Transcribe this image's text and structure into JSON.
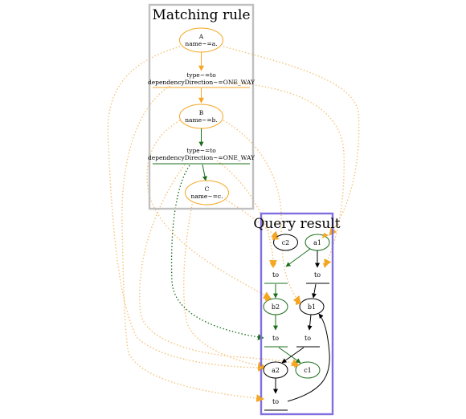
{
  "clusters": {
    "matching": {
      "title": "Matching rule"
    },
    "query": {
      "title": "Query result"
    }
  },
  "matching_nodes": {
    "A": {
      "line1": "A",
      "line2": "name~=a."
    },
    "rel1": {
      "line1": "type~=to",
      "line2": "dependencyDirection~=ONE_WAY"
    },
    "B": {
      "line1": "B",
      "line2": "name~=b."
    },
    "rel2": {
      "line1": "type~=to",
      "line2": "dependencyDirection~=ONE_WAY"
    },
    "C": {
      "line1": "C",
      "line2": "name~=c."
    }
  },
  "query_nodes": {
    "c2": "c2",
    "a1": "a1",
    "to_left_top": "to",
    "to_right_top": "to",
    "b2": "b2",
    "b1": "b1",
    "to_left_mid": "to",
    "to_right_mid": "to",
    "a2": "a2",
    "c1": "c1",
    "to_bottom": "to"
  },
  "colors": {
    "cluster_matching": "#c0c0c0",
    "cluster_query": "#8070e0",
    "orange": "#f5a623",
    "orange_dotted": "#f5c37a",
    "green": "#1a6e1a",
    "black": "#000000"
  }
}
